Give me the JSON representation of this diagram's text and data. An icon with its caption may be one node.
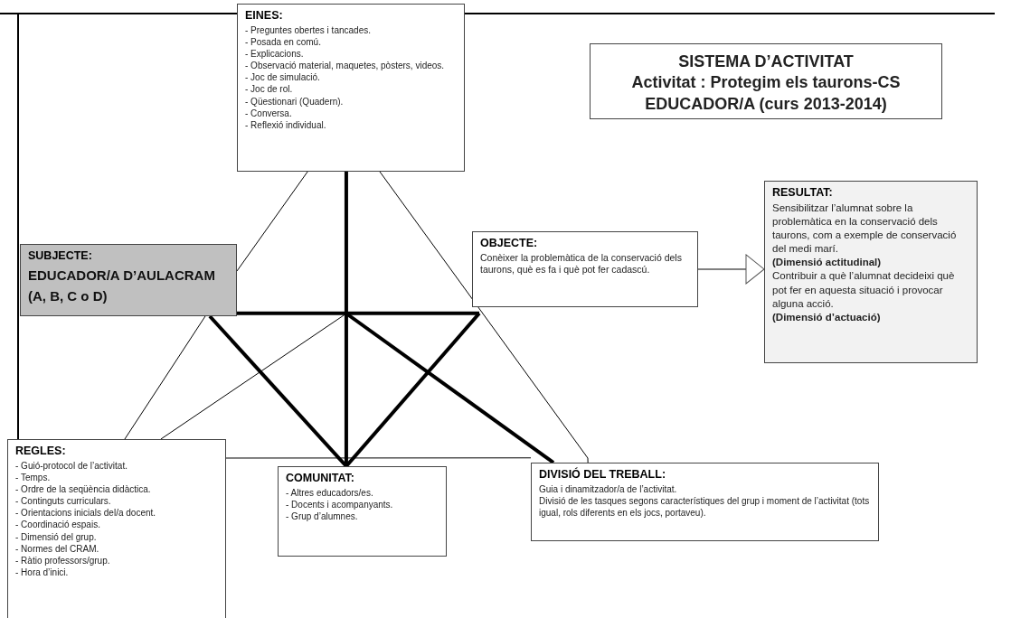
{
  "diagram": {
    "nodes": [
      {
        "text": [
          "EINES:",
          "- Preguntes obertes i tancades.",
          "- Posada en comú.",
          "- Explicacions.",
          "- Observació material, maquetes, pòsters, videos.",
          "- Joc de simulació.",
          "- Joc de rol.",
          "- Qüestionari (Quadern).",
          "- Conversa.",
          "- Reflexió individual."
        ]
      },
      {
        "text": [
          "SISTEMA D’ACTIVITAT",
          "Activitat : Protegim els taurons-CS",
          "EDUCADOR/A (curs 2013-2014)"
        ]
      },
      {
        "text": [
          "RESULTAT:",
          "Sensibilitzar l’alumnat sobre la problemàtica en la conservació dels taurons, com a exemple de conservació del medi marí.",
          "(Dimensió actitudinal)",
          "Contribuir a què l’alumnat decideixi què pot fer en aquesta situació i provocar alguna acció.",
          "(Dimensió d’actuació)"
        ]
      },
      {
        "text": [
          "SUBJECTE:",
          "EDUCADOR/A D’AULACRAM (A, B, C o D)"
        ]
      },
      {
        "text": [
          "OBJECTE:",
          "Conèixer la problemàtica de la conservació dels taurons, què es fa i què pot fer cadascú."
        ]
      },
      {
        "text": [
          "REGLES:",
          "- Guió-protocol de l’activitat.",
          "- Temps.",
          "- Ordre de la seqüència didàctica.",
          "- Continguts curriculars.",
          "- Orientacions inicials del/a docent.",
          "- Coordinació espais.",
          "- Dimensió del grup.",
          "- Normes del CRAM.",
          "- Ràtio professors/grup.",
          "- Hora d’inici."
        ]
      },
      {
        "text": [
          "COMUNITAT:",
          "- Altres educadors/es.",
          "- Docents i acompanyants.",
          "- Grup d’alumnes."
        ]
      },
      {
        "text": [
          "DIVISIÓ DEL TREBALL:",
          "Guia i dinamitzador/a de l’activitat.",
          "Divisió de les tasques segons característiques del grup i moment de l’activitat (tots igual, rols diferents en els jocs, portaveu)."
        ]
      }
    ],
    "edges": [
      {
        "from": 0,
        "to": 6,
        "arrow": "none",
        "style": "thick"
      },
      {
        "from": 3,
        "to": 4,
        "arrow": "none",
        "style": "thick"
      },
      {
        "from": 3,
        "to": 6,
        "arrow": "none",
        "style": "thick"
      },
      {
        "from": 4,
        "to": 6,
        "arrow": "none",
        "style": "thick"
      },
      {
        "from": null,
        "to": 7,
        "arrow": "none",
        "style": "thick"
      },
      {
        "from": 0,
        "to": 3,
        "arrow": "none"
      },
      {
        "from": 0,
        "to": 7,
        "arrow": "none"
      },
      {
        "from": 3,
        "to": 5,
        "arrow": "none"
      },
      {
        "from": 5,
        "to": 7,
        "arrow": "none"
      },
      {
        "from": null,
        "to": 5,
        "arrow": "none"
      },
      {
        "from": 4,
        "to": 2,
        "arrow": "to"
      }
    ]
  }
}
